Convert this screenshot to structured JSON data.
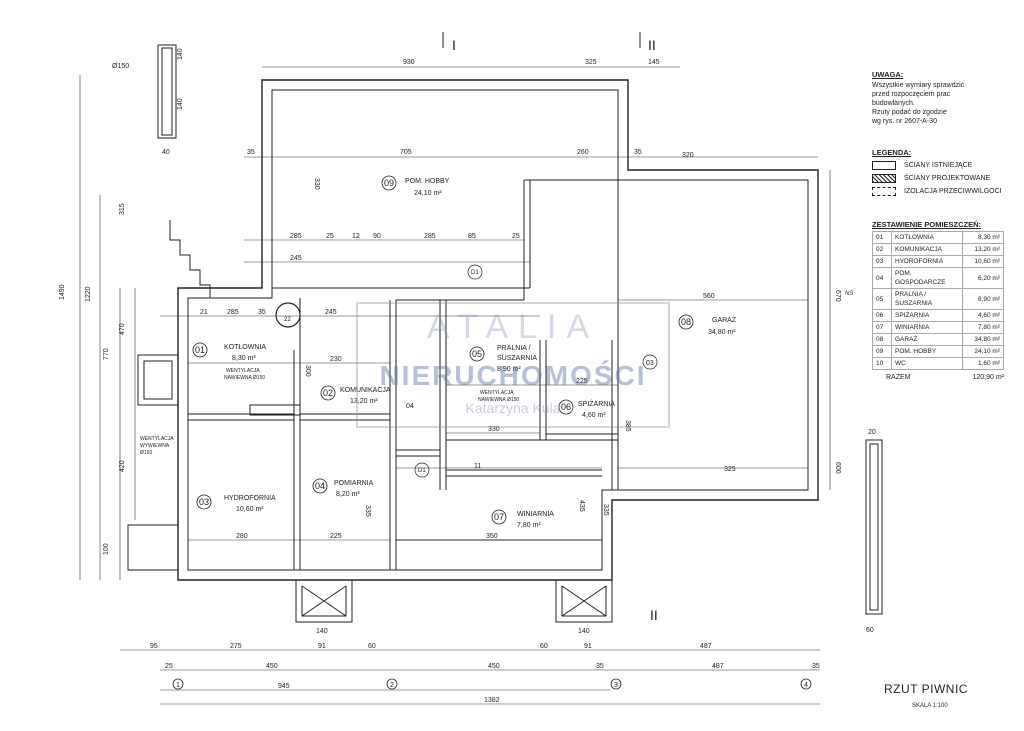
{
  "sections": {
    "s1": "I",
    "s2": "II",
    "s2b": "II",
    "ns": "NS"
  },
  "dims": {
    "d930": "930",
    "d325": "325",
    "d145": "145",
    "d705": "705",
    "d260": "260",
    "d320": "320",
    "d35a": "35",
    "d35b": "35",
    "d330": "330",
    "d285a": "285",
    "d25a": "25",
    "d12": "12",
    "d90": "90",
    "d285b": "285",
    "d85": "85",
    "d25b": "25",
    "d245": "245",
    "d560": "560",
    "d670": "670",
    "d21": "21",
    "d285c": "285",
    "d35c": "35",
    "d245b": "245",
    "d230": "230",
    "d225": "225",
    "d330b": "330",
    "d300": "300",
    "d335": "335",
    "d280": "280",
    "d225b": "225",
    "d350": "350",
    "d325b": "325",
    "d600": "600",
    "d385": "385",
    "d335b": "335",
    "d435": "435",
    "d1490": "1490",
    "d1220": "1220",
    "d770": "770",
    "d470": "470",
    "d420": "420",
    "d100": "100",
    "d315": "315",
    "d150": "Ø150",
    "d140a": "140",
    "d140b": "140",
    "d40": "40",
    "d20": "20",
    "d60": "60",
    "d140c": "140",
    "d140d": "140"
  },
  "bottom_dims": {
    "r1": [
      "95",
      "275",
      "91",
      "60",
      "487",
      "60",
      "91"
    ],
    "r2": [
      "25",
      "450",
      "450",
      "35",
      "487",
      "35"
    ],
    "r3": "945",
    "r4": "1382",
    "axes": [
      "1",
      "2",
      "3",
      "4"
    ]
  },
  "rooms": {
    "r01": {
      "num": "01",
      "name": "KOTŁOWNIA",
      "area": "8,30 m²"
    },
    "r02": {
      "num": "02",
      "name": "KOMUNIKACJA",
      "area": "13,20 m²"
    },
    "r03": {
      "num": "03",
      "name": "HYDROFORNIA",
      "area": "10,60 m²"
    },
    "r04": {
      "num": "04",
      "name": "POMIARNIA",
      "area": "8,20 m²"
    },
    "r05": {
      "num": "05",
      "name": "PRALNIA /",
      "name2": "SUSZARNIA",
      "area": "8,90 m²"
    },
    "r06": {
      "num": "06",
      "name": "SPIŻARNIA",
      "area": "4,60 m²"
    },
    "r07": {
      "num": "07",
      "name": "WINIARNIA",
      "area": "7,80 m²"
    },
    "r08": {
      "num": "08",
      "name": "GARAŻ",
      "area": "34,80 m²"
    },
    "r09": {
      "num": "09",
      "name": "POM. HOBBY",
      "area": "24,10 m²"
    }
  },
  "notes": {
    "went1": "WENTYLACJA",
    "went1b": "NAWIEWNA Ø150",
    "went2": "WENTYLACJA",
    "went2b": "WYWIEWNA",
    "went2c": "Ø150",
    "went3": "WENTYLACJA",
    "went3b": "NAWIEWNA Ø150",
    "d1": "D1",
    "d1b": "D1",
    "w04": "04",
    "w03": "03",
    "w11": "11",
    "w22": "22"
  },
  "uwaga": {
    "header": "UWAGA:",
    "lines": [
      "Wszystkie wymiary sprawdzić",
      "przed rozpoczęciem prac",
      "budowlanych.",
      "Rzuty podać do zgodzie",
      "wg rys. nr 2607-A-30"
    ]
  },
  "legenda": {
    "header": "LEGENDA:",
    "items": [
      "ŚCIANY ISTNIEJĄCE",
      "ŚCIANY PROJEKTOWANE",
      "IZOLACJA PRZECIWWILGOCI"
    ]
  },
  "zestawienie": {
    "header": "ZESTAWIENIE POMIESZCZEŃ:",
    "rows": [
      {
        "n": "01",
        "name": "KOTŁOWNIA",
        "area": "8,30 m²"
      },
      {
        "n": "02",
        "name": "KOMUNIKACJA",
        "area": "13,20 m²"
      },
      {
        "n": "03",
        "name": "HYDROFORNIA",
        "area": "10,60 m²"
      },
      {
        "n": "04",
        "name": "POM. GOSPODARCZE",
        "area": "6,20 m²"
      },
      {
        "n": "05",
        "name": "PRALNIA / SUSZARNIA",
        "area": "8,90 m²"
      },
      {
        "n": "06",
        "name": "SPIŻARNIA",
        "area": "4,60 m²"
      },
      {
        "n": "07",
        "name": "WINIARNIA",
        "area": "7,80 m²"
      },
      {
        "n": "08",
        "name": "GARAŻ",
        "area": "34,80 m²"
      },
      {
        "n": "09",
        "name": "POM. HOBBY",
        "area": "24,10 m²"
      },
      {
        "n": "10",
        "name": "WC",
        "area": "1,60 m²"
      }
    ],
    "razem_label": "RAZEM",
    "razem_value": "120,90 m²"
  },
  "title": "RZUT PIWNIC",
  "scale": "SKALA 1:100",
  "watermark": {
    "line1": "ATALIA",
    "line2": "NIERUCHOMOŚCI",
    "line3": "Katarzyna Kula"
  }
}
